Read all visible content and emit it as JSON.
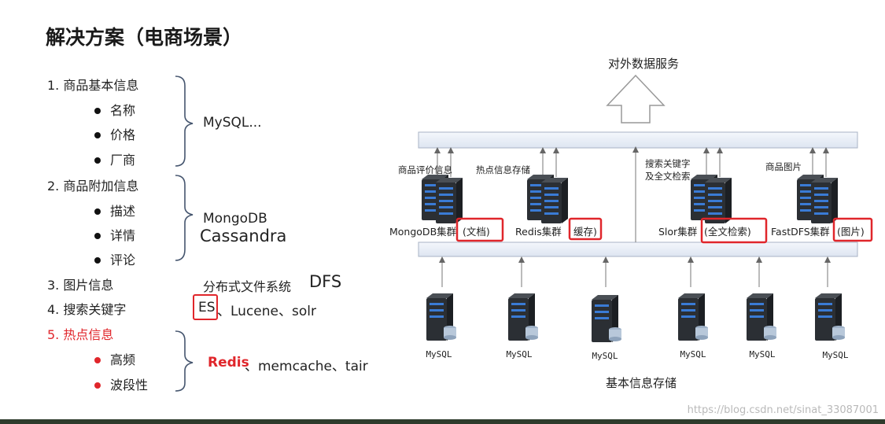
{
  "title": "解决方案（电商场景）",
  "list": [
    {
      "label": "1.  商品基本信息",
      "subs": [
        "名称",
        "价格",
        "厂商"
      ],
      "tech": "MySQL..."
    },
    {
      "label": "2.  商品附加信息",
      "subs": [
        "描述",
        "详情",
        "评论"
      ],
      "tech": "MongoDB",
      "tech_extra": "Cassandra"
    },
    {
      "label": "3.  图片信息",
      "tech": "分布式文件系统",
      "tech_extra": "DFS"
    },
    {
      "label": "4.  搜索关键字",
      "tech_es": "ES",
      "tech_rest": "、Lucene、solr"
    },
    {
      "label": "5.  热点信息",
      "subs": [
        "高频",
        "波段性"
      ],
      "tech_bold": "Redis",
      "tech_rest": "、memcache、tair"
    }
  ],
  "diagram": {
    "top_label": "对外数据服务",
    "clusters": [
      {
        "top": "商品评价信息",
        "name": "MongoDB集群",
        "tag": "(文档)"
      },
      {
        "top": "热点信息存储",
        "name": "Redis集群",
        "tag": "缓存)"
      },
      {
        "top": "搜索关键字\n及全文检索",
        "top1": "搜索关键字",
        "top2": "及全文检索",
        "name": "Slor集群",
        "tag": "(全文检索)"
      },
      {
        "top": "商品图片",
        "name": "FastDFS集群",
        "tag": "(图片)"
      }
    ],
    "mysql_nodes": [
      "MySQL",
      "MySQL",
      "MySQL",
      "MySQL",
      "MySQL",
      "MySQL"
    ],
    "bottom_label": "基本信息存储"
  },
  "watermark": "https://blog.csdn.net/sinat_33087001",
  "colors": {
    "accent_red": "#e0262b",
    "bar_fill": "#e9eef6",
    "server_dark": "#2b2f34",
    "server_blue": "#3a7bd5"
  }
}
